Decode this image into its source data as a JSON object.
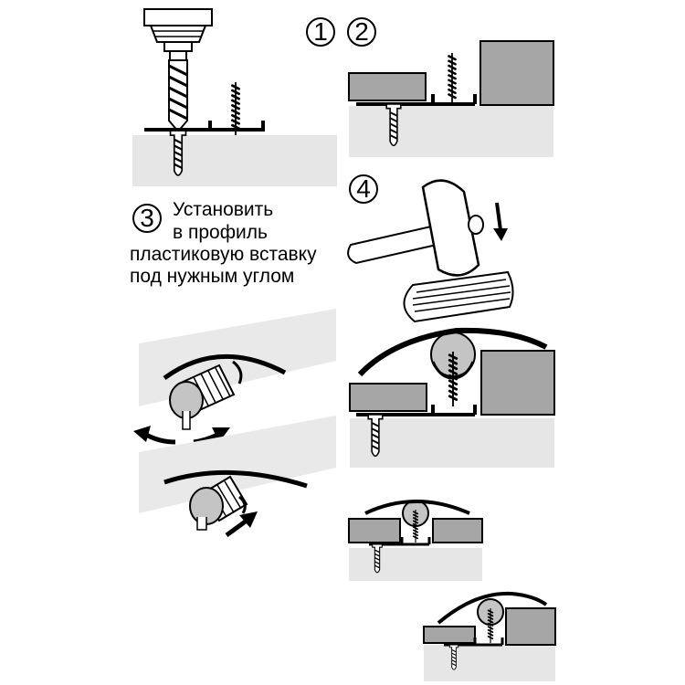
{
  "steps": [
    {
      "number": "1"
    },
    {
      "number": "2"
    },
    {
      "number": "3",
      "text_lines": [
        "Установить",
        "в профиль",
        "пластиковую вставку",
        "под нужным углом"
      ]
    },
    {
      "number": "4"
    }
  ],
  "colors": {
    "floor": "#e6e6e6",
    "board": "#a6a6a6",
    "strip": "#d2d2d2",
    "insert": "#c4c4c4",
    "outline": "#000000"
  }
}
